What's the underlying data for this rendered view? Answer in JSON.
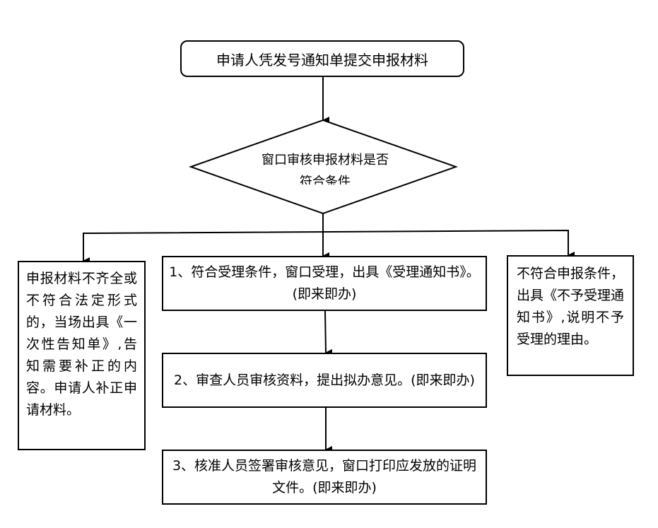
{
  "start": "申请人凭发号通知单提交申报材料",
  "decision": "窗口审核申报材料是否符合条件",
  "left_box": "申报材料不齐全或不符合法定形式的，当场出具《一次性告知单》,告知需要补正的内容。申请人补正申请材料。",
  "right_box": "不符合申报条件，出具《不予受理通知书》,说明不予受理的理由。",
  "steps": [
    "1、符合受理条件，窗口受理，出具《受理通知书》。(即来即办)",
    "2、审查人员审核资料，提出拟办意见。(即来即办)",
    "3、核准人员签署审核意见，窗口打印应发放的证明文件。(即来即办)"
  ]
}
